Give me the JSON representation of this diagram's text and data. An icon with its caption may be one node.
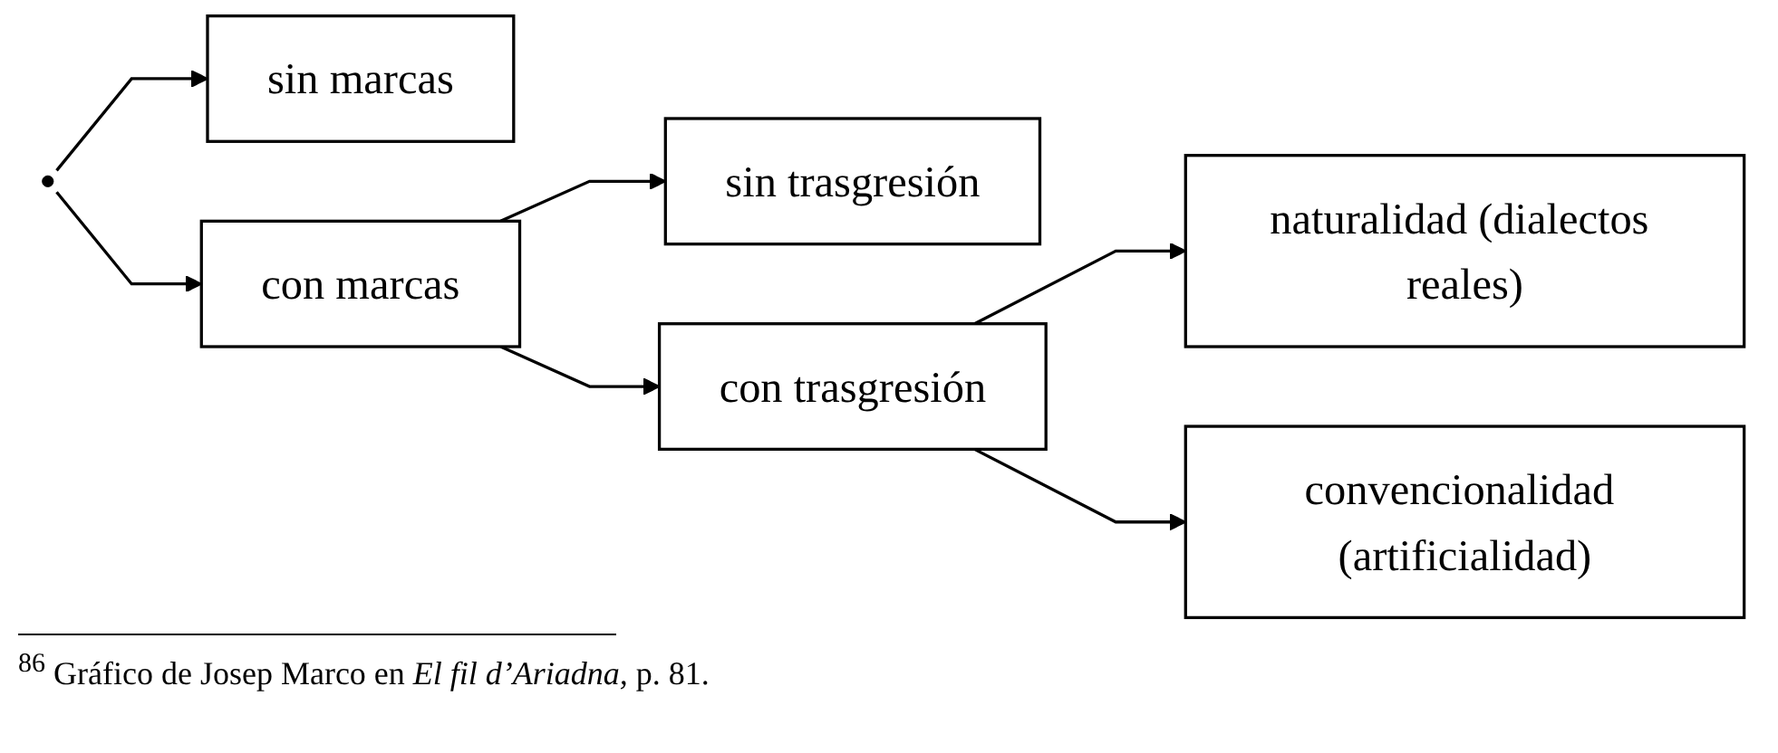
{
  "diagram": {
    "caption": "$^{86}$ Gráfico de Josep Marco en *El fil d’Ariadna,* p. 81.",
    "nodes": [
      {
        "text": [
          "sin marcas"
        ]
      },
      {
        "text": [
          "con marcas"
        ]
      },
      {
        "text": [
          "sin trasgresión"
        ]
      },
      {
        "text": [
          "con trasgresión"
        ]
      },
      {
        "text": [
          "naturalidad (dialectos reales)"
        ]
      },
      {
        "text": [
          "convencionalidad (artificialidad)"
        ]
      }
    ],
    "edges": [
      {
        "from": null,
        "to": 0,
        "arrow": "to"
      },
      {
        "from": null,
        "to": 1,
        "arrow": "to"
      },
      {
        "from": 1,
        "to": 2,
        "arrow": "to"
      },
      {
        "from": 1,
        "to": 3,
        "arrow": "to"
      },
      {
        "from": 3,
        "to": 4,
        "arrow": "to"
      },
      {
        "from": 3,
        "to": 5,
        "arrow": "to"
      }
    ]
  }
}
